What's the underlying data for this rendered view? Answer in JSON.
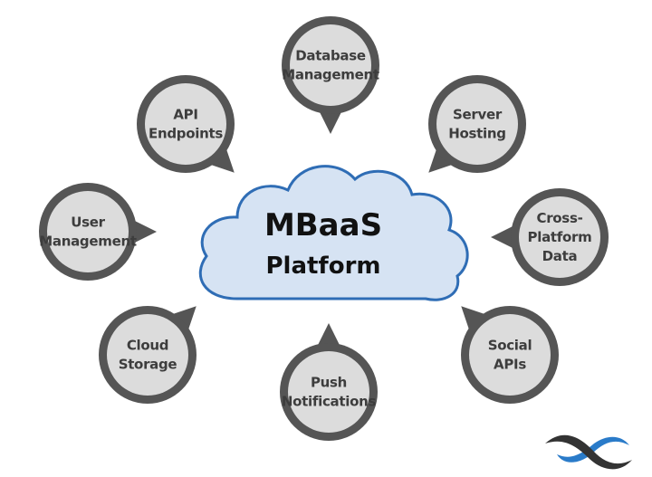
{
  "diagram": {
    "type": "hub-and-spoke",
    "center": {
      "title": "MBaaS",
      "subtitle": "Platform",
      "fill": "#d6e3f3",
      "stroke": "#2f6db5"
    },
    "bubble_style": {
      "ring": "#555555",
      "fill": "#dcdcdc",
      "text": "#3d3d3d"
    },
    "nodes": [
      {
        "id": "database-management",
        "lines": [
          "Database",
          "Management"
        ],
        "points_to": "center"
      },
      {
        "id": "server-hosting",
        "lines": [
          "Server",
          "Hosting"
        ],
        "points_to": "center"
      },
      {
        "id": "cross-platform-data",
        "lines": [
          "Cross-",
          "Platform",
          "Data"
        ],
        "points_to": "center"
      },
      {
        "id": "social-apis",
        "lines": [
          "Social",
          "APIs"
        ],
        "points_to": "center"
      },
      {
        "id": "push-notifications",
        "lines": [
          "Push",
          "Notifications"
        ],
        "points_to": "center"
      },
      {
        "id": "cloud-storage",
        "lines": [
          "Cloud",
          "Storage"
        ],
        "points_to": "center"
      },
      {
        "id": "user-management",
        "lines": [
          "User",
          "Management"
        ],
        "points_to": "center"
      },
      {
        "id": "api-endpoints",
        "lines": [
          "API",
          "Endpoints"
        ],
        "points_to": "center"
      }
    ],
    "logo": {
      "name": "infinity-wave-logo",
      "colors": [
        "#333333",
        "#2a7bc9"
      ]
    }
  }
}
